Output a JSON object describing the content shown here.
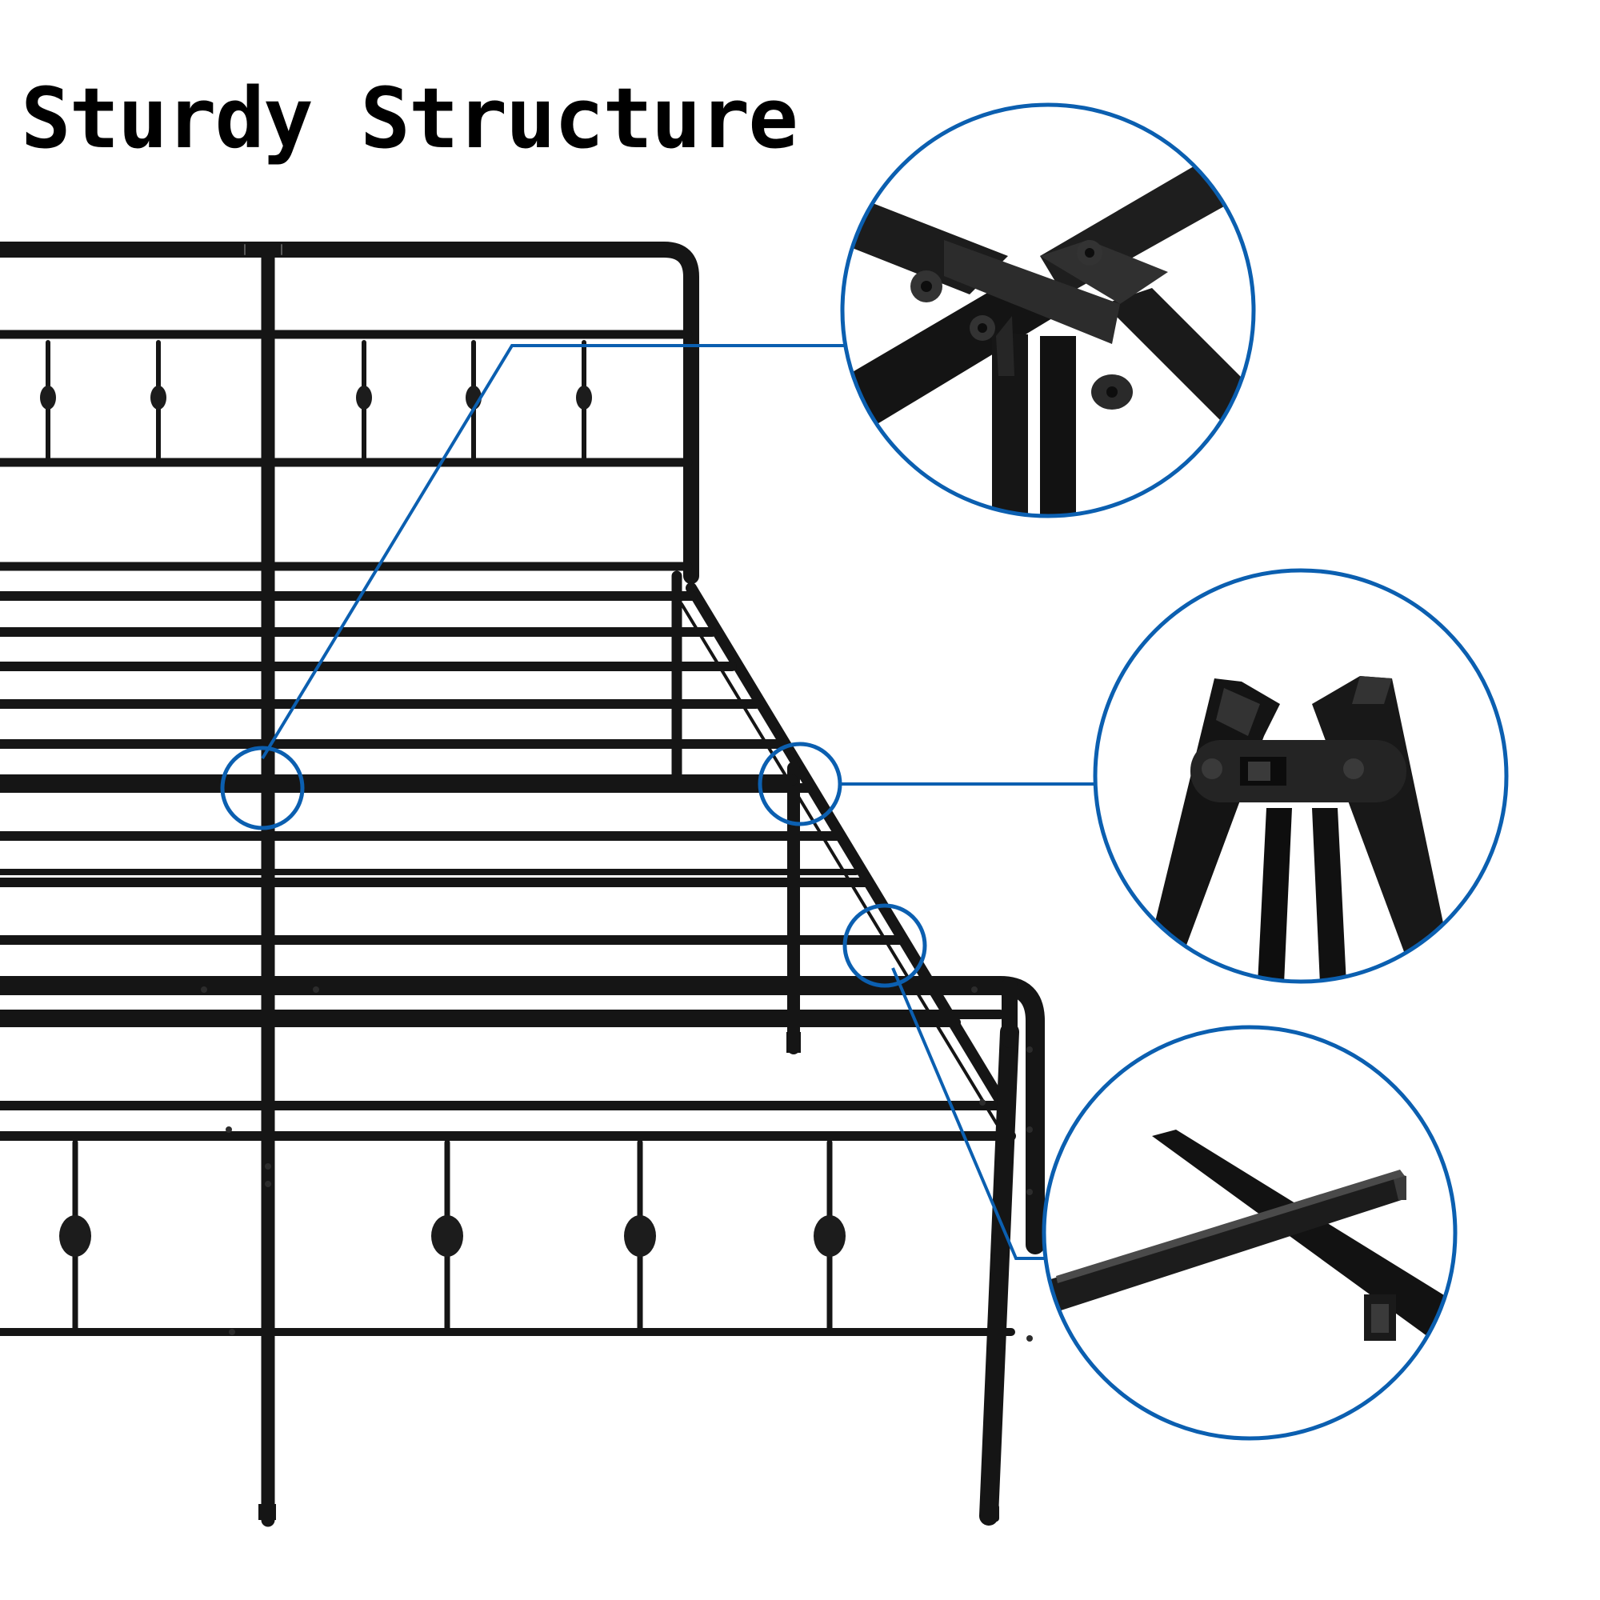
{
  "headline": "Sturdy Structure",
  "colors": {
    "frame": "#141414",
    "callout": "#0b5fb0",
    "background": "#ffffff"
  },
  "callouts": [
    {
      "detail": "center-support-joint"
    },
    {
      "detail": "side-rail-leg-joint"
    },
    {
      "detail": "footboard-rail-corner"
    }
  ]
}
